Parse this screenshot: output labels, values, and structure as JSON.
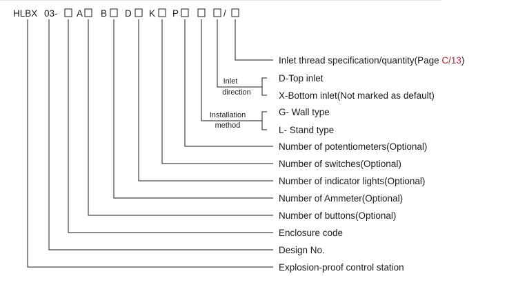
{
  "model_code": {
    "prefix": "HLBX",
    "series": "03-",
    "letter_a": "A",
    "letter_b": "B",
    "letter_d": "D",
    "letter_k": "K",
    "letter_p": "P",
    "slash": "/"
  },
  "inlet_thread": {
    "text": "Inlet thread specification/quantity(Page ",
    "page_ref": "C/13",
    "close": ")"
  },
  "inlet_direction": {
    "group_label_line1": "Inlet",
    "group_label_line2": "direction",
    "top": "D-Top inlet",
    "bottom": "X-Bottom inlet(Not marked as default)"
  },
  "installation_method": {
    "group_label_line1": "Installation",
    "group_label_line2": "method",
    "wall": "G- Wall type",
    "stand": "L- Stand type"
  },
  "descriptions": {
    "potentiometers": "Number of potentiometers(Optional)",
    "switches": "Number of switches(Optional)",
    "indicator_lights": "Number of indicator lights(Optional)",
    "ammeter": "Number of Ammeter(Optional)",
    "buttons": "Number of buttons(Optional)",
    "enclosure_code": "Enclosure code",
    "design_no": "Design No.",
    "station": "Explosion-proof control station"
  },
  "colors": {
    "text": "#1a1a1a",
    "accent": "#c8202a",
    "background": "#ffffff"
  }
}
